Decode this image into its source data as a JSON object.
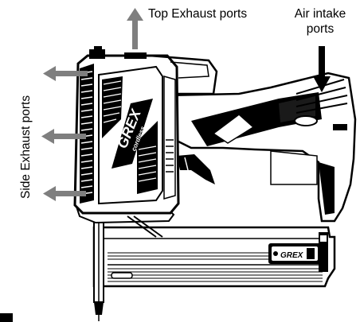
{
  "labels": {
    "top_exhaust": "Top Exhaust ports",
    "air_intake_line1": "Air intake",
    "air_intake_line2": "ports",
    "side_exhaust": "Side Exhaust ports"
  },
  "product": {
    "brand": "GREX",
    "sub_brand": "cordless"
  },
  "colors": {
    "arrow": "#7f7f7f",
    "ink": "#000000",
    "paper": "#ffffff"
  }
}
